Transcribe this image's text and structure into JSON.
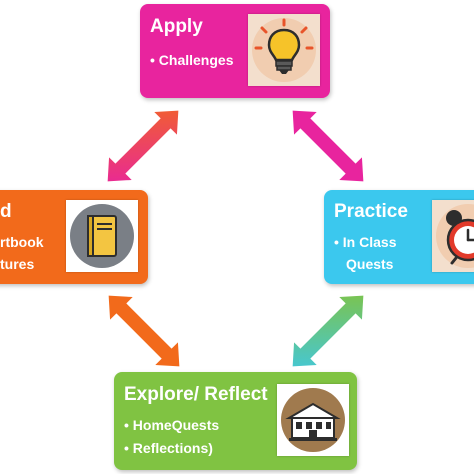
{
  "nodes": {
    "apply": {
      "title": "Apply",
      "bullets": [
        "• Challenges"
      ],
      "color": "#e8249e",
      "icon": "lightbulb-icon"
    },
    "practice": {
      "title": "Practice",
      "bullets": [
        "• In Class",
        "Quests"
      ],
      "color": "#3bc8ee",
      "icon": "alarm-clock-icon"
    },
    "explore_reflect": {
      "title": "Explore/ Reflect",
      "bullets": [
        "• HomeQuests",
        "• Reflections)"
      ],
      "color": "#80c342",
      "icon": "building-icon"
    },
    "learn": {
      "title": "d",
      "bullets": [
        "rtbook",
        "tures"
      ],
      "color": "#f26a1b",
      "icon": "book-icon"
    }
  },
  "arrow_gradients": {
    "apply_learn": [
      "#e8249e",
      "#f26a1b"
    ],
    "apply_practice": [
      "#e8249e",
      "#3bc8ee"
    ],
    "learn_explore": [
      "#f26a1b",
      "#80c342"
    ],
    "practice_explore": [
      "#3bc8ee",
      "#80c342"
    ]
  }
}
